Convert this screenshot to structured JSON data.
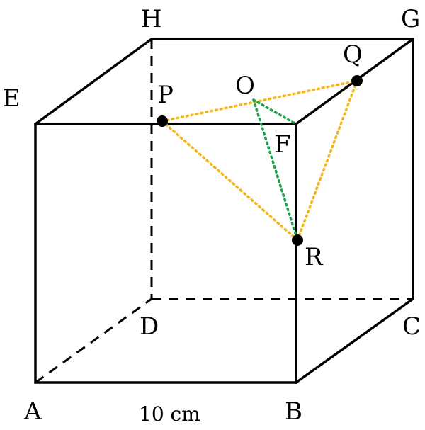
{
  "labels": {
    "A": "A",
    "B": "B",
    "C": "C",
    "D": "D",
    "E": "E",
    "F": "F",
    "G": "G",
    "H": "H",
    "P": "P",
    "Q": "Q",
    "R": "R",
    "O": "O"
  },
  "measurement": "10 cm",
  "colors": {
    "edges": "#000000",
    "triangle_PQR": "#f2b51b",
    "lines_to_O": "#1aa34a"
  }
}
